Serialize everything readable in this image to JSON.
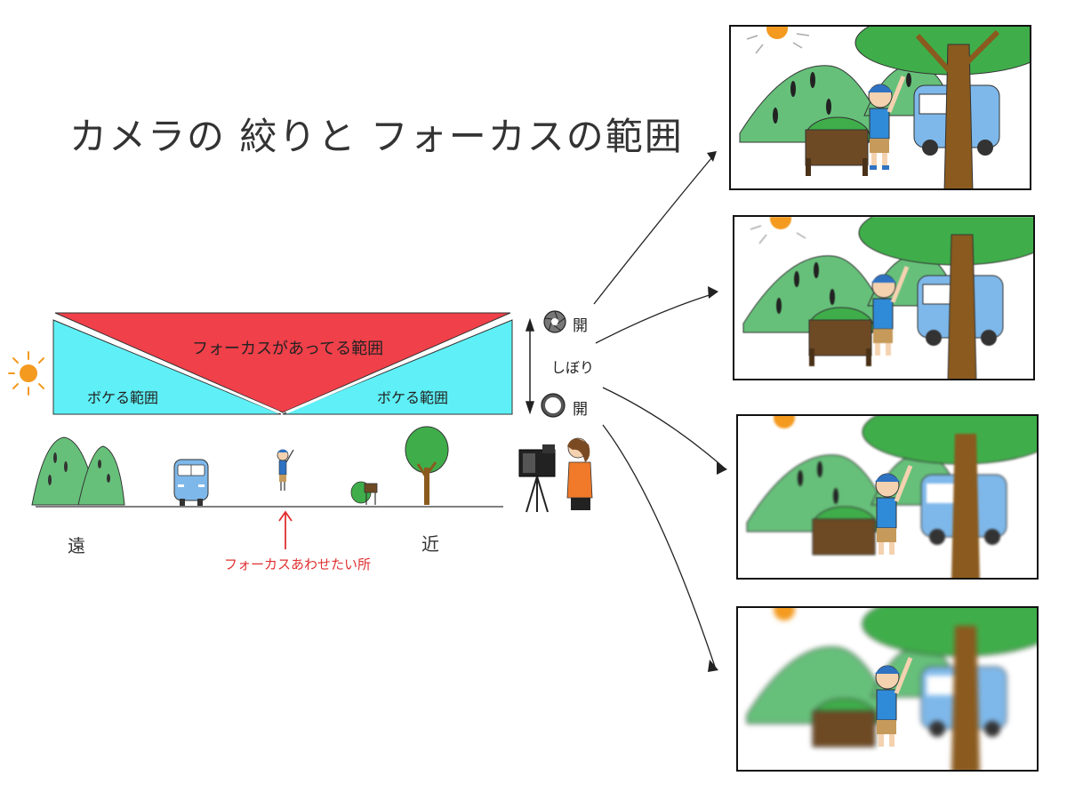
{
  "title": "カメラの 絞りと フォーカスの範囲",
  "zones": {
    "focus_range": "フォーカスがあってる範囲",
    "blur_left": "ボケる範囲",
    "blur_right": "ボケる範囲"
  },
  "ground": {
    "far_label": "遠",
    "near_label": "近",
    "focus_point_label": "フォーカスあわせたい所"
  },
  "aperture": {
    "top_label": "開",
    "middle_label": "しぼり",
    "bottom_label": "開"
  },
  "colors": {
    "focus_zone": "#f0404a",
    "blur_zone": "#5ef0f6",
    "focus_label": "#e03030",
    "tree_green": "#3fae4a",
    "hill_green": "#66c07a",
    "van_blue": "#7eb8ea",
    "trunk_brown": "#8a5a1e",
    "sign_brown": "#6e4a24",
    "sun_orange": "#f39a1f"
  },
  "panels": [
    {
      "aperture_state": "closed",
      "blur_level": 0
    },
    {
      "aperture_state": "mid-closed",
      "blur_level": 0.2
    },
    {
      "aperture_state": "mid-open",
      "blur_level": 0.5
    },
    {
      "aperture_state": "open",
      "blur_level": 0.85
    }
  ]
}
